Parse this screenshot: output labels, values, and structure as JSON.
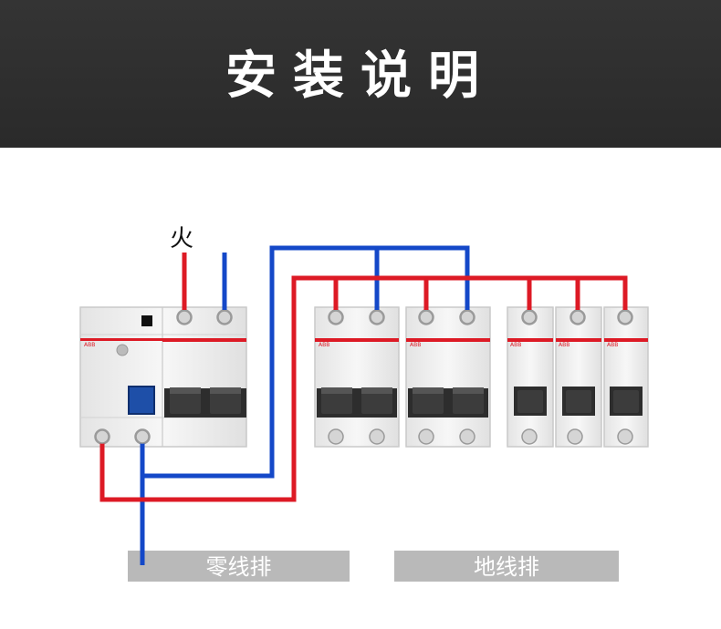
{
  "header": {
    "title": "安装说明"
  },
  "labels": {
    "live": "火",
    "neutral_bar": "零线排",
    "ground_bar": "地线排",
    "brand": "ABB"
  },
  "colors": {
    "live_wire": "#dd1a25",
    "neutral_wire": "#1448c8",
    "header_bg": "#2e2e2e",
    "bar_bg": "#b9b9b9",
    "breaker_body": "#f2f2f2",
    "toggle": "#333333",
    "test_button": "#1e4fa8"
  }
}
